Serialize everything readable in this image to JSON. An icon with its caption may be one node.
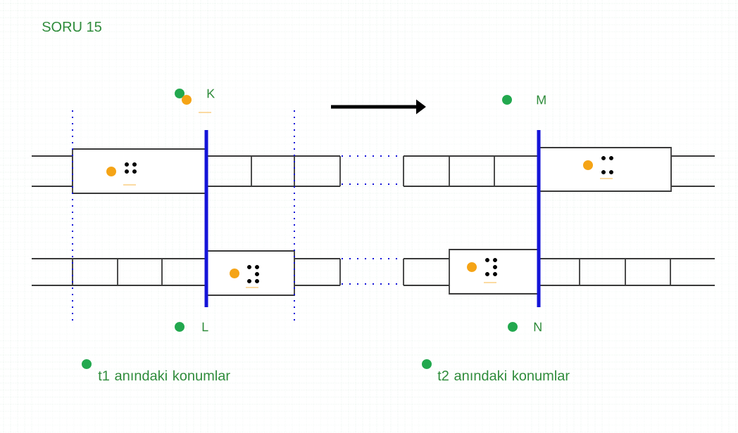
{
  "diagram": {
    "labels": [
      "SORU 15",
      "K",
      "M",
      "L",
      "N",
      "t1 anındaki konumlar",
      "t2 anındaki konumlar"
    ]
  }
}
